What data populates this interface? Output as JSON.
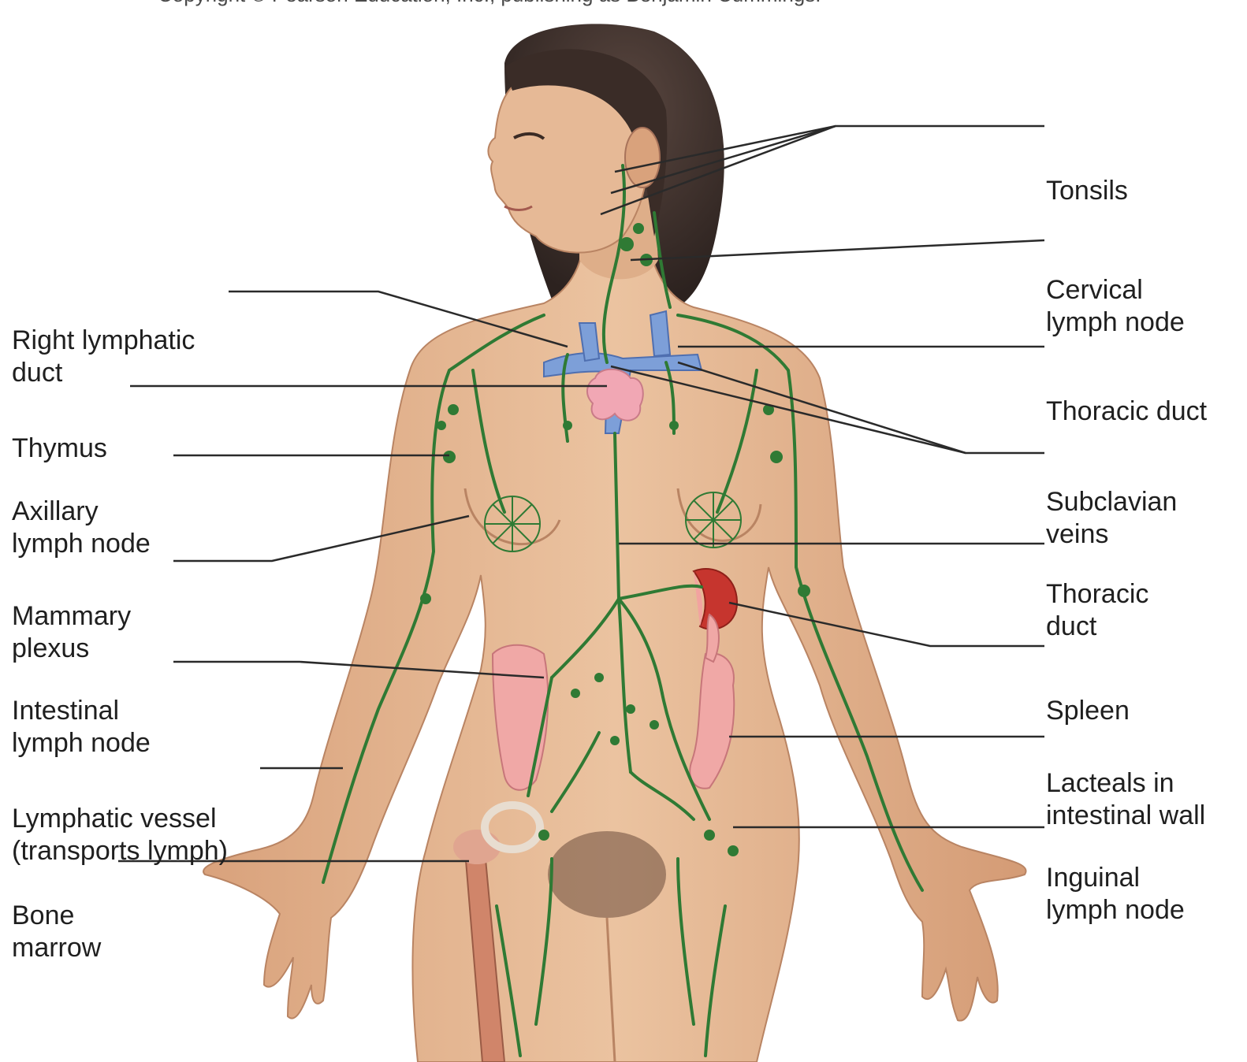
{
  "labels_left": {
    "right_lymphatic_duct": [
      "Right lymphatic",
      "duct"
    ],
    "thymus": [
      "Thymus"
    ],
    "axillary_lymph_node": [
      "Axillary",
      "lymph node"
    ],
    "mammary_plexus": [
      "Mammary",
      "plexus"
    ],
    "intestinal_lymph_node": [
      "Intestinal",
      "lymph node"
    ],
    "lymphatic_vessel": [
      "Lymphatic vessel",
      "(transports lymph)"
    ],
    "bone_marrow": [
      "Bone",
      "marrow"
    ]
  },
  "labels_right": {
    "tonsils": [
      "Tonsils"
    ],
    "cervical_lymph_node": [
      "Cervical",
      "lymph node"
    ],
    "thoracic_duct_upper": [
      "Thoracic duct"
    ],
    "subclavian_veins": [
      "Subclavian",
      "veins"
    ],
    "thoracic_duct_lower": [
      "Thoracic",
      "duct"
    ],
    "spleen": [
      "Spleen"
    ],
    "lacteals": [
      "Lacteals in",
      "intestinal wall"
    ],
    "inguinal_lymph_node": [
      "Inguinal",
      "lymph node"
    ]
  },
  "copyright_text": "Copyright © Pearson Education, Inc., publishing as Benjamin Cummings.",
  "colors": {
    "skin": "#e2b48e",
    "skin_shadow": "#c98f68",
    "hair": "#3b2e2a",
    "lymph": "#2f7a34",
    "vein": "#7d9fd8",
    "organ_pink": "#eea5a5",
    "spleen": "#c6352e",
    "leader": "#2a2a2a"
  }
}
